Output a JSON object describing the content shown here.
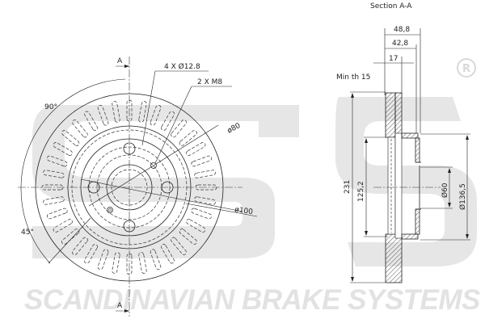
{
  "title": "Section A-A",
  "brand": {
    "watermark_text": "SCANDINAVIAN BRAKE SYSTEMS",
    "logo_letters": "sbs",
    "registered_mark": "®",
    "watermark_color": "#e0e0e0"
  },
  "front_view": {
    "section_marker_top": "A",
    "section_marker_bottom": "A",
    "bolt_holes_label": "4 X Ø12.8",
    "thread_holes_label": "2 X M8",
    "pcd_label": "ø80",
    "hub_dia_label": "ø100",
    "angle_90_label": "90°",
    "angle_45_label": "45°",
    "vent_slot_count": 36
  },
  "section_view": {
    "title": "Section A-A",
    "min_thickness_label": "Min th 15",
    "dims": {
      "overall_height": "48,8",
      "hat_height": "42,8",
      "disc_thickness": "17",
      "outer_diameter": "231",
      "inner_friction_diameter": "125,2",
      "center_bore": "Ø60",
      "hat_diameter": "Ø136,5"
    }
  }
}
